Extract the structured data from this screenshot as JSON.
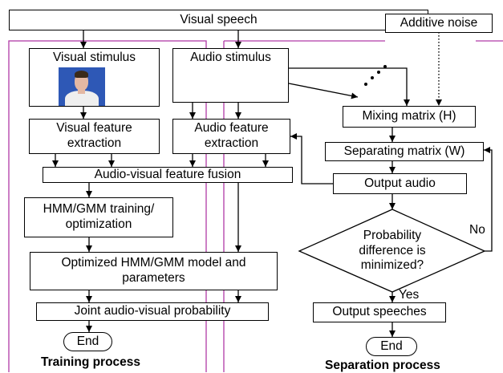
{
  "boxes": {
    "visual_speech": "Visual speech",
    "additive_noise": "Additive noise",
    "visual_stimulus": "Visual stimulus",
    "audio_stimulus": "Audio stimulus",
    "mixing_matrix": "Mixing matrix (H)",
    "visual_feature": "Visual feature\nextraction",
    "audio_feature": "Audio feature\nextraction",
    "separating_matrix": "Separating matrix (W)",
    "output_audio": "Output audio",
    "feature_fusion": "Audio-visual feature fusion",
    "hmm_training": "HMM/GMM training/\noptimization",
    "probability_decision": "Probability\ndifference is\nminimized?",
    "optimized_model": "Optimized HMM/GMM model and\nparameters",
    "joint_probability": "Joint audio-visual probability",
    "output_speeches": "Output speeches",
    "end_training": "End",
    "end_separation": "End"
  },
  "labels": {
    "no": "No",
    "yes": "Yes"
  },
  "captions": {
    "training": "Training process",
    "separation": "Separation process"
  },
  "colors": {
    "panel_border": "#b03aa6",
    "line": "#000000"
  }
}
